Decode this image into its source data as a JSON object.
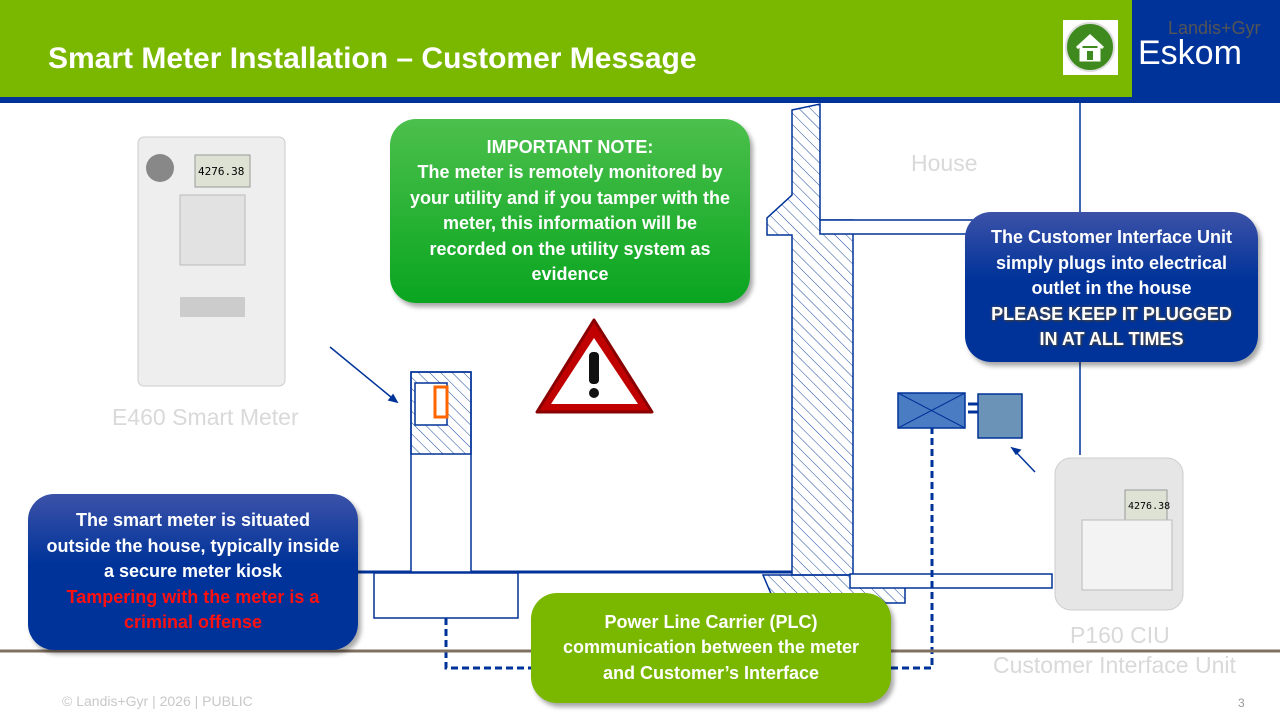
{
  "header": {
    "title": "Smart Meter Installation – Customer Message",
    "logo_text": "Eskom",
    "logo_sub": "Landis+Gyr",
    "icon": "home-icon"
  },
  "notes": {
    "important": [
      "IMPORTANT NOTE:",
      "The meter is remotely monitored by your utility and if you tamper with the meter, this information will be recorded on the utility system as evidence"
    ],
    "meter_location": "The smart meter is situated outside the house, typically inside a secure meter kiosk",
    "meter_warning": "Tampering with the meter is a criminal offense",
    "ciu": "The Customer Interface Unit simply plugs into electrical outlet in the house",
    "ciu_warning": "PLEASE KEEP IT PLUGGED IN AT ALL TIMES",
    "plc": "Power Line Carrier (PLC) communication between the meter and Customer’s Interface"
  },
  "labels": {
    "meter": "E460 Smart Meter",
    "house": "House",
    "ciu_line1": "P160 CIU",
    "ciu_line2": "Customer Interface Unit",
    "meter_reading": "4276.38"
  },
  "footer": {
    "text": "© Landis+Gyr | 2026 | PUBLIC",
    "page": "3"
  },
  "colors": {
    "green": "#7ab800",
    "blue": "#003399",
    "warning_red": "#cc0000",
    "ground": "#7f7060"
  }
}
